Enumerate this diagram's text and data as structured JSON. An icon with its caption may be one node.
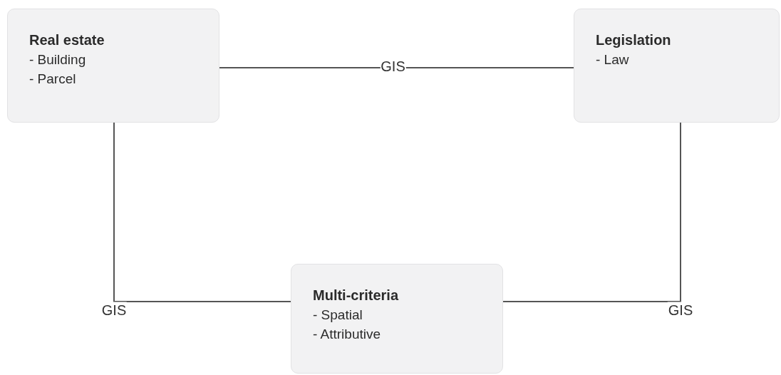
{
  "diagram": {
    "nodes": [
      {
        "text": [
          "Real estate",
          "- Building",
          "- Parcel"
        ]
      },
      {
        "text": [
          "Legislation",
          "- Law"
        ]
      },
      {
        "text": [
          "Multi-criteria",
          "- Spatial",
          "- Attributive"
        ]
      }
    ],
    "edges": [
      {
        "from": 0,
        "to": 1,
        "arrow": "none",
        "label": "GIS"
      },
      {
        "from": 0,
        "to": 2,
        "arrow": "none",
        "label": "GIS"
      },
      {
        "from": 1,
        "to": 2,
        "arrow": "none",
        "label": "GIS"
      }
    ]
  }
}
